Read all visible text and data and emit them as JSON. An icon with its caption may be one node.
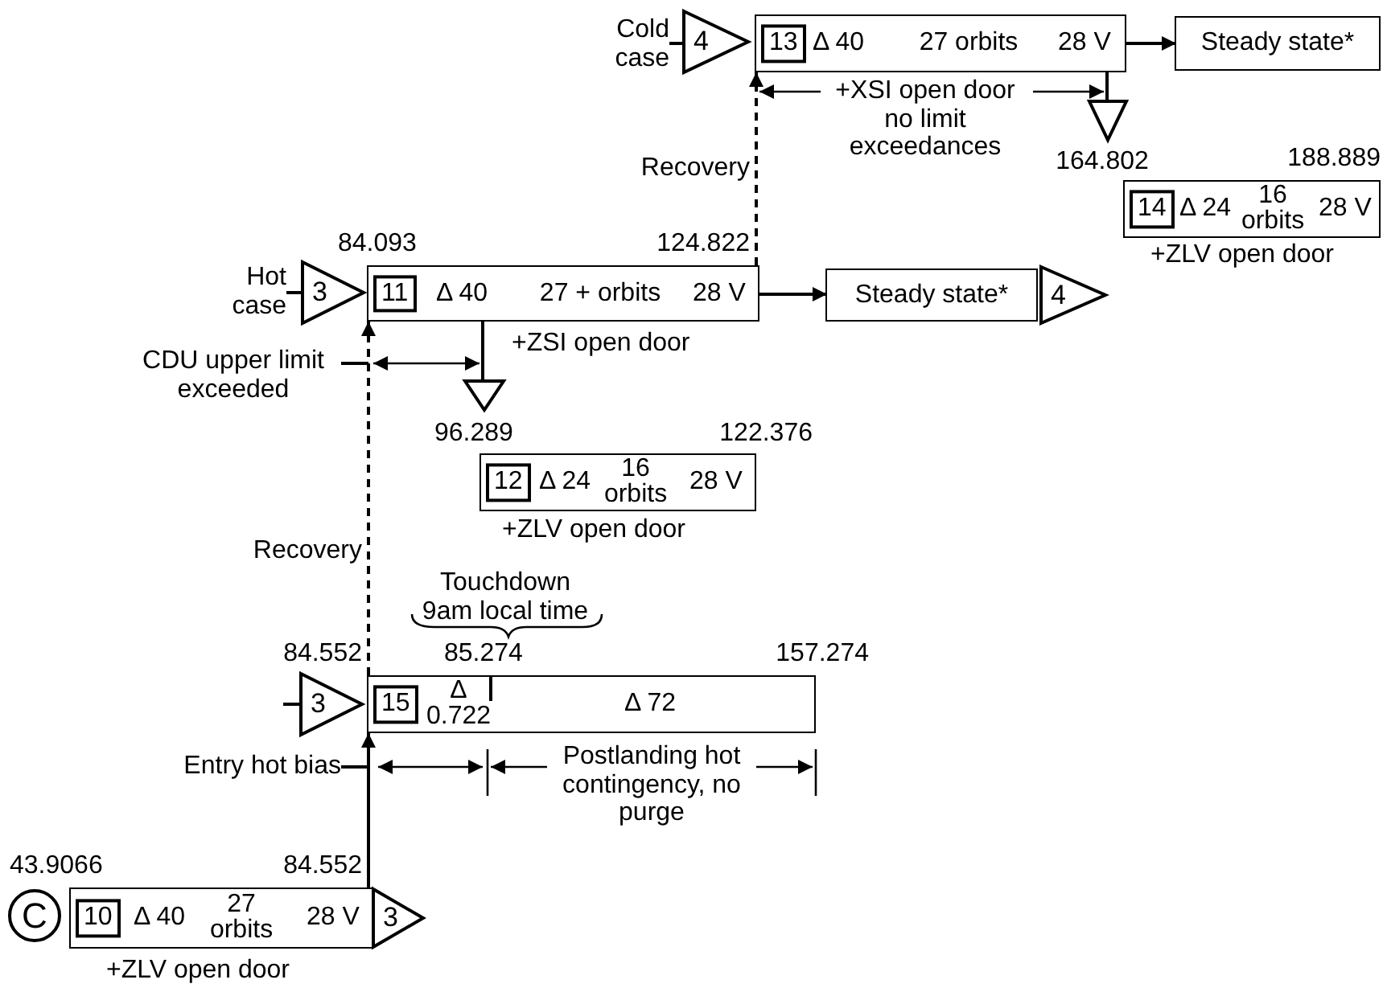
{
  "diagram": {
    "nodes": [
      {
        "text": [
          "Cold case"
        ]
      },
      {
        "text": [
          "4"
        ]
      },
      {
        "text": [
          "13",
          "Δ 40",
          "27 orbits",
          "28 V"
        ]
      },
      {
        "text": [
          "Steady state*"
        ]
      },
      {
        "text": [],
        "shape": "triangle"
      },
      {
        "text": [
          "14",
          "Δ 24",
          "16 orbits",
          "28 V"
        ],
        "beside": [
          "188.889",
          "+ZLV open door"
        ]
      },
      {
        "text": [
          "Hot case"
        ]
      },
      {
        "text": [
          "3"
        ]
      },
      {
        "text": [
          "11",
          "Δ 40",
          "27 + orbits",
          "28 V"
        ],
        "beside": [
          "84.093",
          "124.822",
          "+ZSI open door"
        ]
      },
      {
        "text": [
          "Steady state*"
        ]
      },
      {
        "text": [
          "4"
        ]
      },
      {
        "text": [
          "CDU upper limit exceeded"
        ]
      },
      {
        "text": [],
        "shape": "triangle"
      },
      {
        "text": [
          "12",
          "Δ 24",
          "16 orbits",
          "28 V"
        ],
        "beside": [
          "96.289",
          "122.376",
          "+ZLV open door"
        ]
      },
      {
        "text": [
          "3"
        ]
      },
      {
        "text": [
          "15",
          "Δ 0.722",
          "Δ 72"
        ],
        "beside": [
          "84.552",
          "85.274",
          "157.274"
        ]
      },
      {
        "text": [
          "Entry hot bias"
        ]
      },
      {
        "text": [
          "C"
        ]
      },
      {
        "text": [
          "10",
          "Δ 40",
          "27 orbits",
          "28 V"
        ],
        "beside": [
          "43.9066",
          "84.552",
          "+ZLV open door"
        ]
      },
      {
        "text": [
          "3"
        ]
      }
    ],
    "edges": [
      {
        "from": 0,
        "to": 1,
        "arrow": "none"
      },
      {
        "from": 2,
        "to": 3,
        "arrow": "to"
      },
      {
        "from": 2,
        "to": 4,
        "arrow": "none"
      },
      {
        "from": 6,
        "to": 7,
        "arrow": "none"
      },
      {
        "from": 8,
        "to": 9,
        "arrow": "to"
      },
      {
        "from": 8,
        "to": 12,
        "arrow": "none"
      },
      {
        "from": 8,
        "to": 2,
        "arrow": "to",
        "style": "dashed",
        "label": "Recovery"
      },
      {
        "from": 11,
        "to": 8,
        "arrow": "none"
      },
      {
        "from": null,
        "to": 14,
        "arrow": "none"
      },
      {
        "from": 15,
        "to": 8,
        "arrow": "to",
        "style": "dashed",
        "label": "Recovery"
      },
      {
        "from": 16,
        "to": null,
        "arrow": "none"
      },
      {
        "from": 18,
        "to": 15,
        "arrow": "to"
      }
    ],
    "labels": [
      "+XSI open door no limit exceedances",
      "164.802",
      "Touchdown 9am local time",
      "Postlanding hot contingency, no purge"
    ]
  }
}
